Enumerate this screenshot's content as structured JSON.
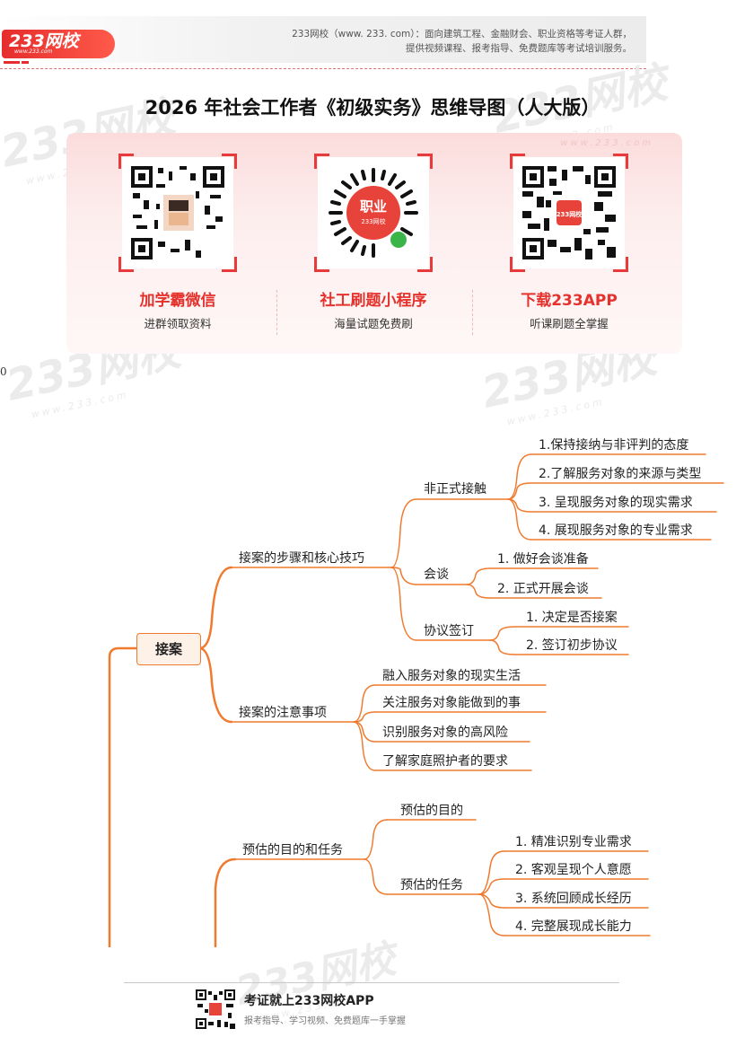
{
  "header": {
    "logo_text": "233网校",
    "logo_url": "www.233.com",
    "line1": "233网校（www. 233. com）：面向建筑工程、金融财会、职业资格等考证人群，",
    "line2": "提供视频课程、报考指导、免费题库等考试培训服务。"
  },
  "watermark": {
    "text": "233网校",
    "url": "www.233.com"
  },
  "title": "2026 年社会工作者《初级实务》思维导图（人大版）",
  "banner": {
    "url": "www.233.com",
    "cards": [
      {
        "caption": "加学霸微信",
        "subtitle": "进群领取资料"
      },
      {
        "caption": "社工刷题小程序",
        "subtitle": "海量试题免费刷",
        "badge": "职业",
        "badge_sub": "233网校"
      },
      {
        "caption": "下载233APP",
        "subtitle": "听课刷题全掌握",
        "badge": "233网校"
      }
    ]
  },
  "stray_text": "0",
  "mindmap": {
    "root": "接案",
    "l1": [
      "接案的步骤和核心技巧",
      "接案的注意事项",
      "预估的目的和任务"
    ],
    "l2": {
      "informal": "非正式接触",
      "talk": "会谈",
      "agreement": "协议签订",
      "goal": "预估的目的",
      "task": "预估的任务"
    },
    "informal_items": [
      "1.保持接纳与非评判的态度",
      "2.了解服务对象的来源与类型",
      "3. 呈现服务对象的现实需求",
      "4. 展现服务对象的专业需求"
    ],
    "talk_items": [
      "1. 做好会谈准备",
      "2. 正式开展会谈"
    ],
    "agreement_items": [
      "1. 决定是否接案",
      "2. 签订初步协议"
    ],
    "notice_items": [
      "融入服务对象的现实生活",
      "关注服务对象能做到的事",
      "识别服务对象的高风险",
      "了解家庭照护者的要求"
    ],
    "task_items": [
      "1. 精准识别专业需求",
      "2. 客观呈现个人意愿",
      "3. 系统回顾成长经历",
      "4. 完整展现成长能力"
    ],
    "line_color": "#f07a2e"
  },
  "footer": {
    "title": "考证就上233网校APP",
    "subtitle": "报考指导、学习视频、免费题库一手掌握"
  }
}
